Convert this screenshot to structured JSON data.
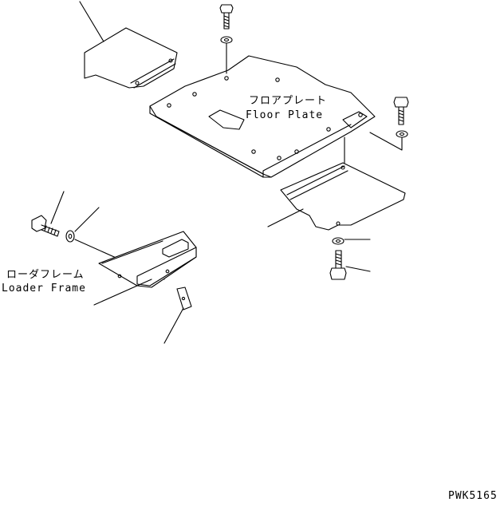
{
  "labels": {
    "floor_plate_jp": "フロアプレート",
    "floor_plate_en": "Floor Plate",
    "loader_frame_jp": "ローダフレーム",
    "loader_frame_en": "Loader Frame",
    "figure_code": "PWK5165"
  }
}
